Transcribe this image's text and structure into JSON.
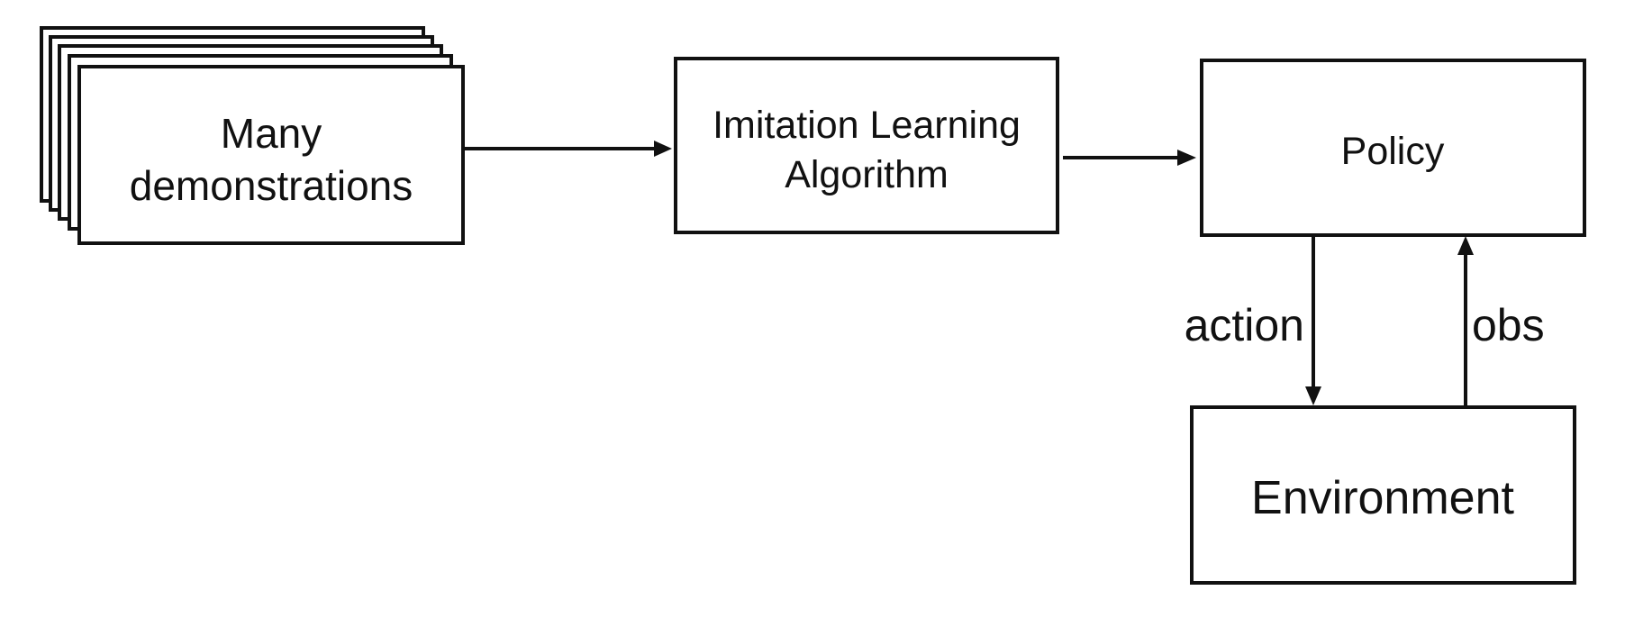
{
  "diagram": {
    "nodes": {
      "demonstrations": {
        "line1": "Many",
        "line2": "demonstrations"
      },
      "algorithm": {
        "line1": "Imitation Learning",
        "line2": "Algorithm"
      },
      "policy": {
        "label": "Policy"
      },
      "environment": {
        "label": "Environment"
      }
    },
    "edges": {
      "action": {
        "label": "action"
      },
      "obs": {
        "label": "obs"
      }
    }
  }
}
